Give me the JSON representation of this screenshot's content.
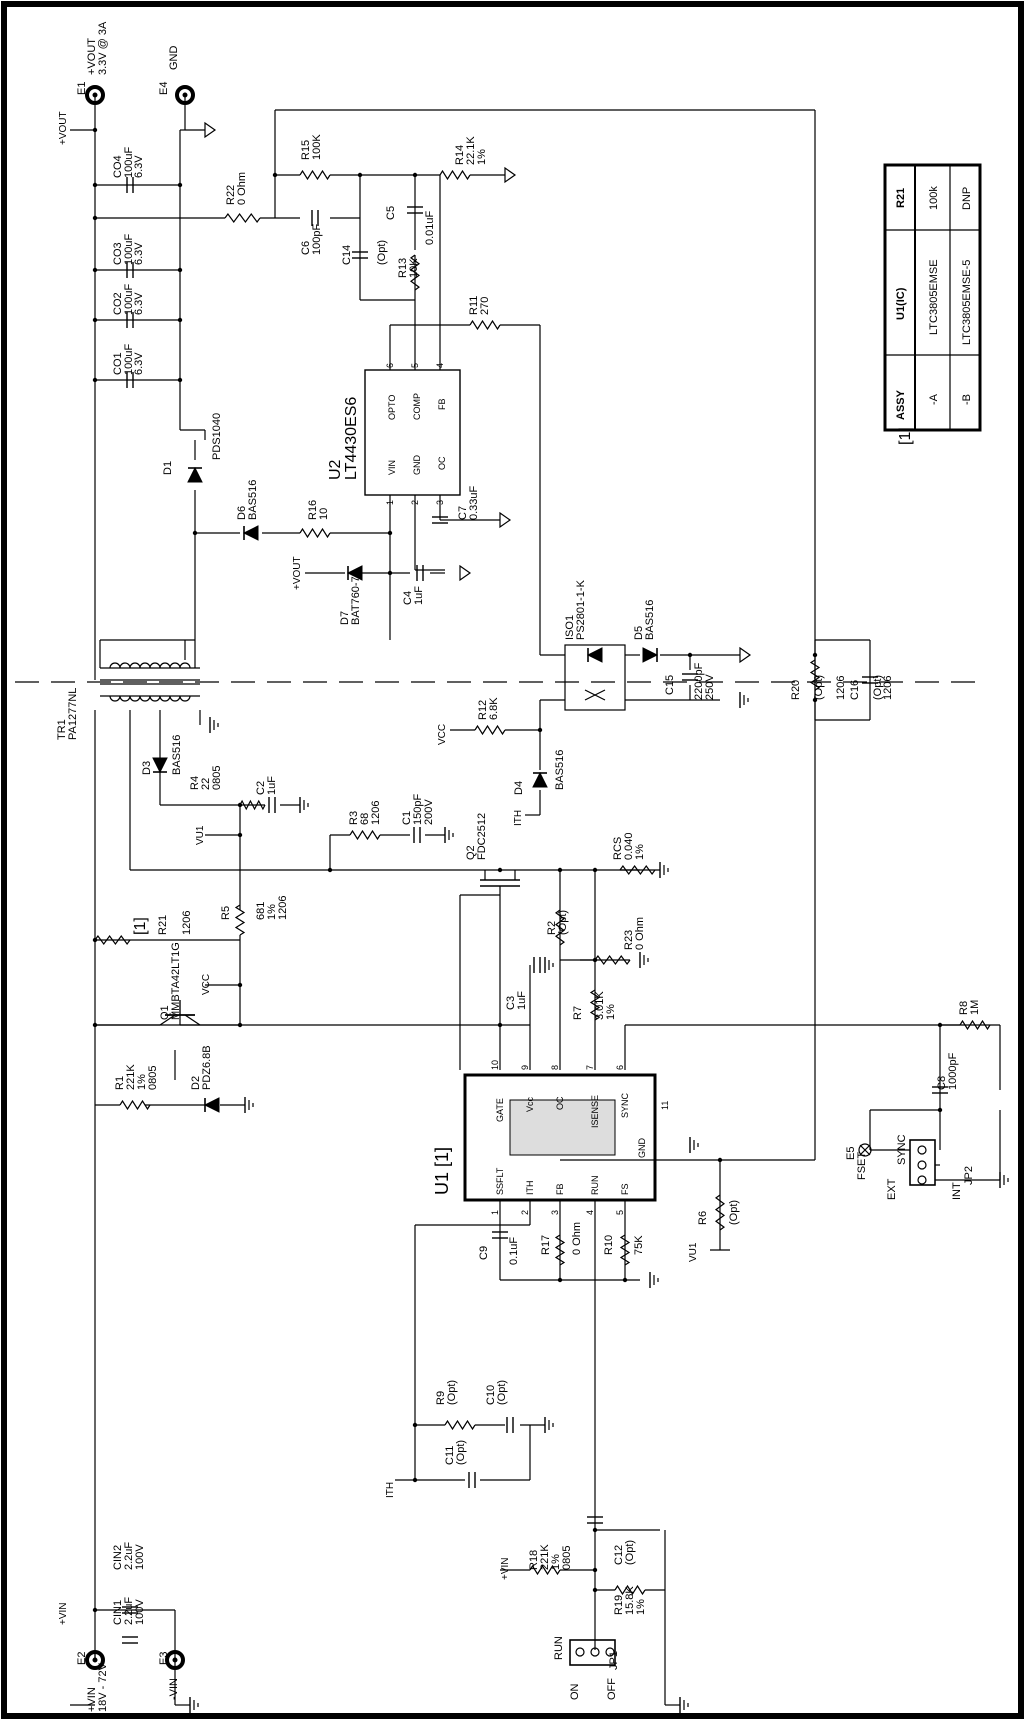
{
  "terminals": {
    "e1": {
      "ref": "E1",
      "net": "+VOUT",
      "desc": "3.3V @ 3A"
    },
    "e4": {
      "ref": "E4",
      "net": "GND"
    },
    "e2": {
      "ref": "E2",
      "net": "+VIN",
      "desc": "18V - 72V"
    },
    "e3": {
      "ref": "E3",
      "net": "-VIN"
    },
    "e5": {
      "ref": "E5",
      "net": "FSET"
    }
  },
  "nets": {
    "vout": "+VOUT",
    "vin": "+VIN",
    "vcc": "VCC",
    "vu1": "VU1",
    "ith": "ITH"
  },
  "caps": {
    "co4": {
      "ref": "CO4",
      "v1": "100uF",
      "v2": "6.3V"
    },
    "co3": {
      "ref": "CO3",
      "v1": "100uF",
      "v2": "6.3V"
    },
    "co2": {
      "ref": "CO2",
      "v1": "100uF",
      "v2": "6.3V"
    },
    "co1": {
      "ref": "CO1",
      "v1": "100uF",
      "v2": "6.3V"
    },
    "c6": {
      "ref": "C6",
      "v1": "100pF"
    },
    "c14": {
      "ref": "C14",
      "v1": "(Opt)"
    },
    "c5": {
      "ref": "C5",
      "v1": "0.01uF"
    },
    "c7": {
      "ref": "C7",
      "v1": "0.33uF"
    },
    "c4": {
      "ref": "C4",
      "v1": "1uF"
    },
    "c15": {
      "ref": "C15",
      "v1": "2200pF",
      "v2": "250V"
    },
    "c16": {
      "ref": "C16",
      "v1": "(Opt)",
      "v2": "1206"
    },
    "c2": {
      "ref": "C2",
      "v1": "1uF"
    },
    "c1": {
      "ref": "C1",
      "v1": "150pF",
      "v2": "200V"
    },
    "c3": {
      "ref": "C3",
      "v1": "1uF"
    },
    "c8": {
      "ref": "C8",
      "v1": "1000pF"
    },
    "c9": {
      "ref": "C9",
      "v1": "0.1uF"
    },
    "c10": {
      "ref": "C10",
      "v1": "(Opt)"
    },
    "c11": {
      "ref": "C11",
      "v1": "(Opt)"
    },
    "c12": {
      "ref": "C12",
      "v1": "(Opt)"
    },
    "cin1": {
      "ref": "CIN1",
      "v1": "2.2uF",
      "v2": "100V"
    },
    "cin2": {
      "ref": "CIN2",
      "v1": "2.2uF",
      "v2": "100V"
    }
  },
  "res": {
    "r22": {
      "ref": "R22",
      "v1": "0 Ohm"
    },
    "r15": {
      "ref": "R15",
      "v1": "100K"
    },
    "r14": {
      "ref": "R14",
      "v1": "22.1K",
      "v2": "1%"
    },
    "r13": {
      "ref": "R13",
      "v1": "10K"
    },
    "r11": {
      "ref": "R11",
      "v1": "270"
    },
    "r16": {
      "ref": "R16",
      "v1": "10"
    },
    "r12": {
      "ref": "R12",
      "v1": "6.8K"
    },
    "r20": {
      "ref": "R20",
      "v1": "(Opt)",
      "v2": "1206"
    },
    "r4": {
      "ref": "R4",
      "v1": "22",
      "v2": "0805"
    },
    "r3": {
      "ref": "R3",
      "v1": "68",
      "v2": "1206"
    },
    "r5": {
      "ref": "R5",
      "v1": "681",
      "v2": "1%",
      "v3": "1206"
    },
    "r21": {
      "ref": "R21",
      "v1": "1206",
      "tag": "[1]"
    },
    "r1": {
      "ref": "R1",
      "v1": "221K",
      "v2": "1%",
      "v3": "0805"
    },
    "rcs": {
      "ref": "RCS",
      "v1": "0.040",
      "v2": "1%"
    },
    "r2": {
      "ref": "R2",
      "v1": "(Opt)"
    },
    "r23": {
      "ref": "R23",
      "v1": "0 Ohm"
    },
    "r7": {
      "ref": "R7",
      "v1": "3.01K",
      "v2": "1%"
    },
    "r8": {
      "ref": "R8",
      "v1": "1M"
    },
    "r17": {
      "ref": "R17",
      "v1": "0 Ohm"
    },
    "r10": {
      "ref": "R10",
      "v1": "75K"
    },
    "r6": {
      "ref": "R6",
      "v1": "(Opt)"
    },
    "r9": {
      "ref": "R9",
      "v1": "(Opt)"
    },
    "r18": {
      "ref": "R18",
      "v1": "221K",
      "v2": "1%",
      "v3": "0805"
    },
    "r19": {
      "ref": "R19",
      "v1": "15.8K",
      "v2": "1%"
    }
  },
  "diodes": {
    "d1": {
      "ref": "D1",
      "v1": "PDS1040"
    },
    "d6": {
      "ref": "D6",
      "v1": "BAS516"
    },
    "d7": {
      "ref": "D7",
      "v1": "BAT760-7"
    },
    "d5": {
      "ref": "D5",
      "v1": "BAS516"
    },
    "d3": {
      "ref": "D3",
      "v1": "BAS516"
    },
    "d4": {
      "ref": "D4",
      "v1": "BAS516"
    },
    "d2": {
      "ref": "D2",
      "v1": "PDZ6.8B"
    }
  },
  "semis": {
    "q1": {
      "ref": "Q1",
      "v1": "MMBTA42LT1G"
    },
    "q2": {
      "ref": "Q2",
      "v1": "FDC2512"
    },
    "iso1": {
      "ref": "ISO1",
      "v1": "PS2801-1-K"
    },
    "tr1": {
      "ref": "TR1",
      "v1": "PA1277NL"
    }
  },
  "u2": {
    "ref": "U2",
    "part": "LT4430ES6",
    "pins": [
      "OPTO",
      "COMP",
      "FB",
      "VIN",
      "GND",
      "OC"
    ],
    "nums": [
      "6",
      "5",
      "4",
      "1",
      "2",
      "3"
    ]
  },
  "u1": {
    "ref": "U1 [1]",
    "top_pins": [
      "GATE",
      "Vcc",
      "OC",
      "ISENSE",
      "SYNC"
    ],
    "top_nums": [
      "10",
      "9",
      "8",
      "7",
      "6"
    ],
    "bottom_pins": [
      "SSFLT",
      "ITH",
      "FB",
      "RUN",
      "FS"
    ],
    "bottom_nums": [
      "1",
      "2",
      "3",
      "4",
      "5"
    ],
    "gnd_pin": "GND",
    "gnd_num": "11"
  },
  "jumpers": {
    "jp1": {
      "ref": "JP1",
      "label": "RUN",
      "pos1": "ON",
      "pos2": "OFF"
    },
    "jp2": {
      "ref": "JP2",
      "label": "SYNC",
      "pos1": "EXT",
      "pos2": "INT"
    }
  },
  "table": {
    "note": "[1]",
    "headers": [
      "ASSY",
      "U1(IC)",
      "R21"
    ],
    "rows": [
      [
        "-A",
        "LTC3805EMSE",
        "100k"
      ],
      [
        "-B",
        "LTC3805EMSE-5",
        "DNP"
      ]
    ]
  }
}
